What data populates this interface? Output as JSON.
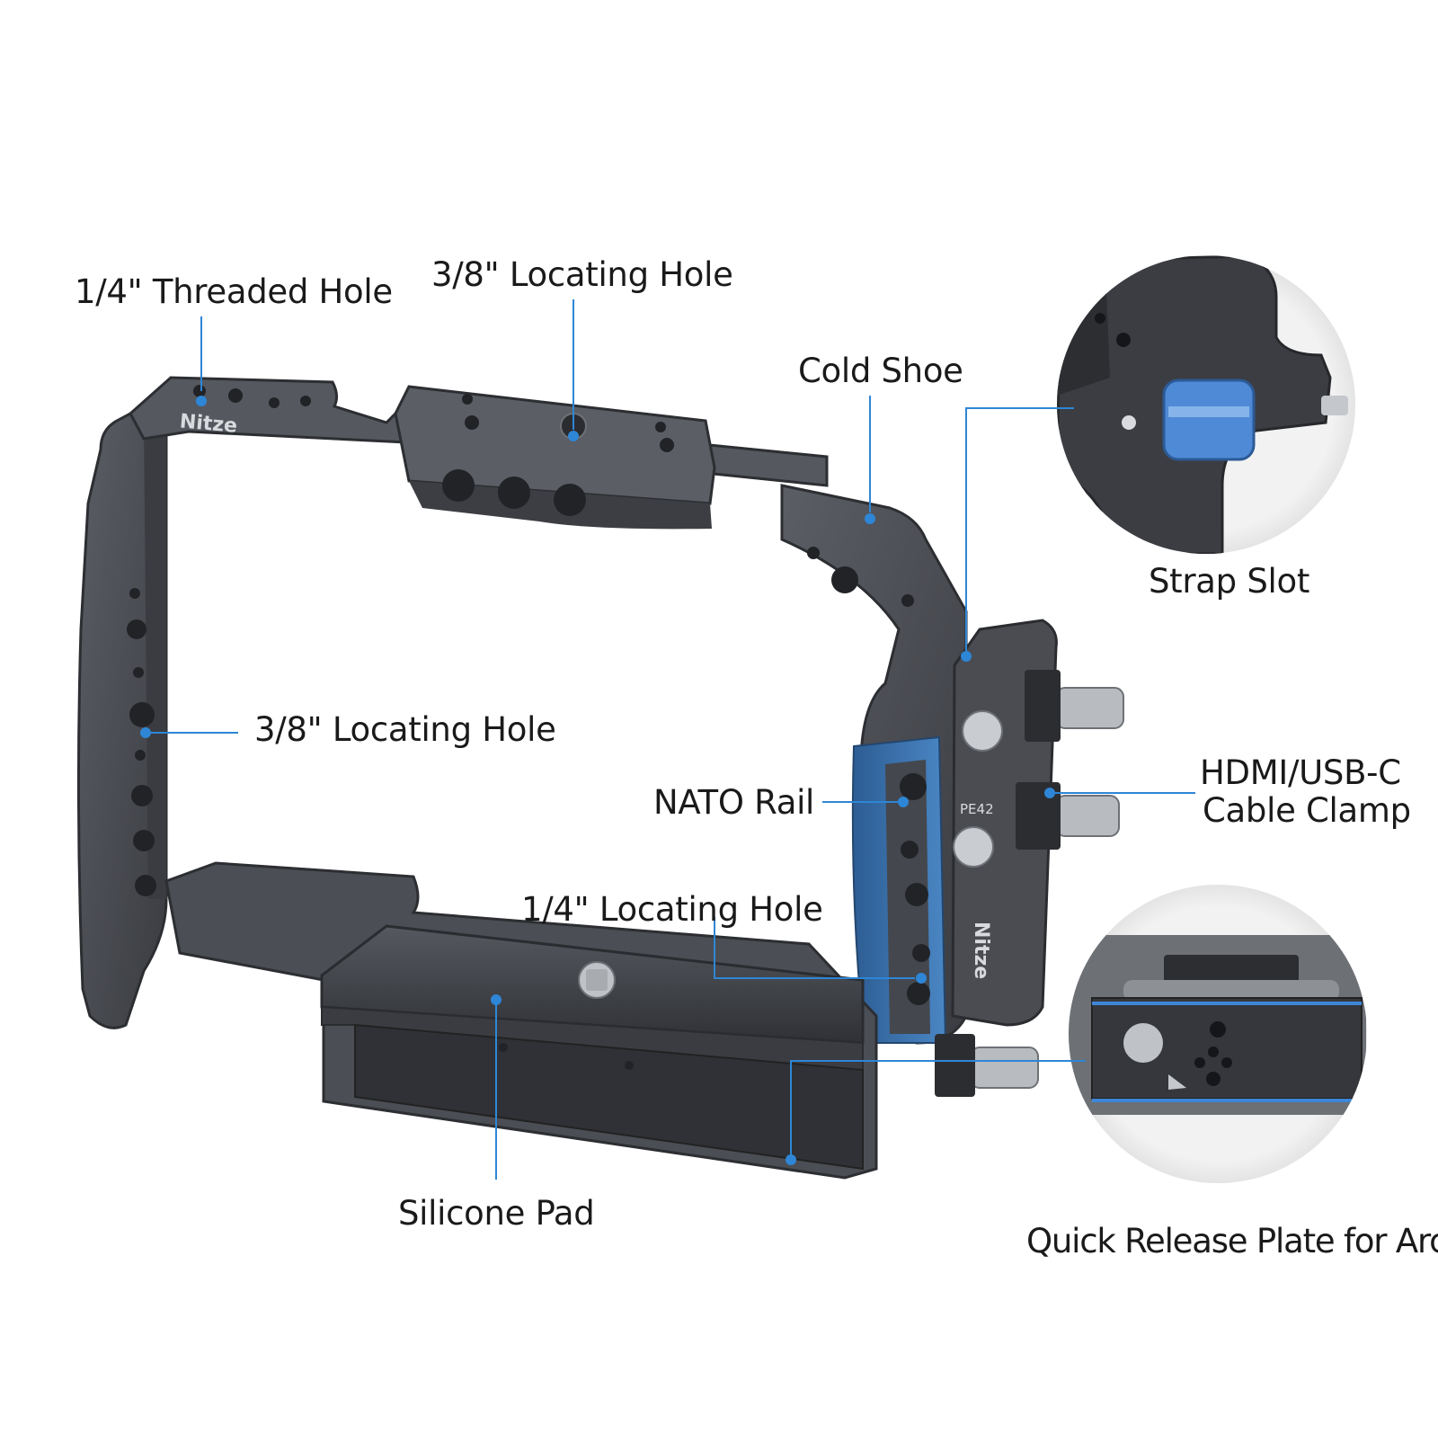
{
  "brand": {
    "logo_text": "Nitze",
    "model_text": "PE42"
  },
  "colors": {
    "cage": "#4a4c52",
    "cage_dark": "#2f3136",
    "cage_edge": "#6b6e75",
    "accent_blue": "#2e86d6",
    "rail_blue": "#3a6fa8",
    "callout_line": "#2e86d6"
  },
  "callouts": {
    "threaded_hole_top": "1/4\" Threaded Hole",
    "locating_hole_top": "3/8\" Locating Hole",
    "cold_shoe": "Cold Shoe",
    "locating_hole_side": "3/8\" Locating Hole",
    "nato_rail": "NATO Rail",
    "locating_hole_quarter": "1/4\" Locating Hole",
    "silicone_pad": "Silicone Pad",
    "strap_slot": "Strap Slot",
    "cable_clamp_line1": "HDMI/USB-C",
    "cable_clamp_line2": "Cable Clamp",
    "quick_release": "Quick Release Plate for Arca"
  },
  "detail_views": [
    {
      "name": "strap-slot-detail"
    },
    {
      "name": "quick-release-detail"
    }
  ]
}
